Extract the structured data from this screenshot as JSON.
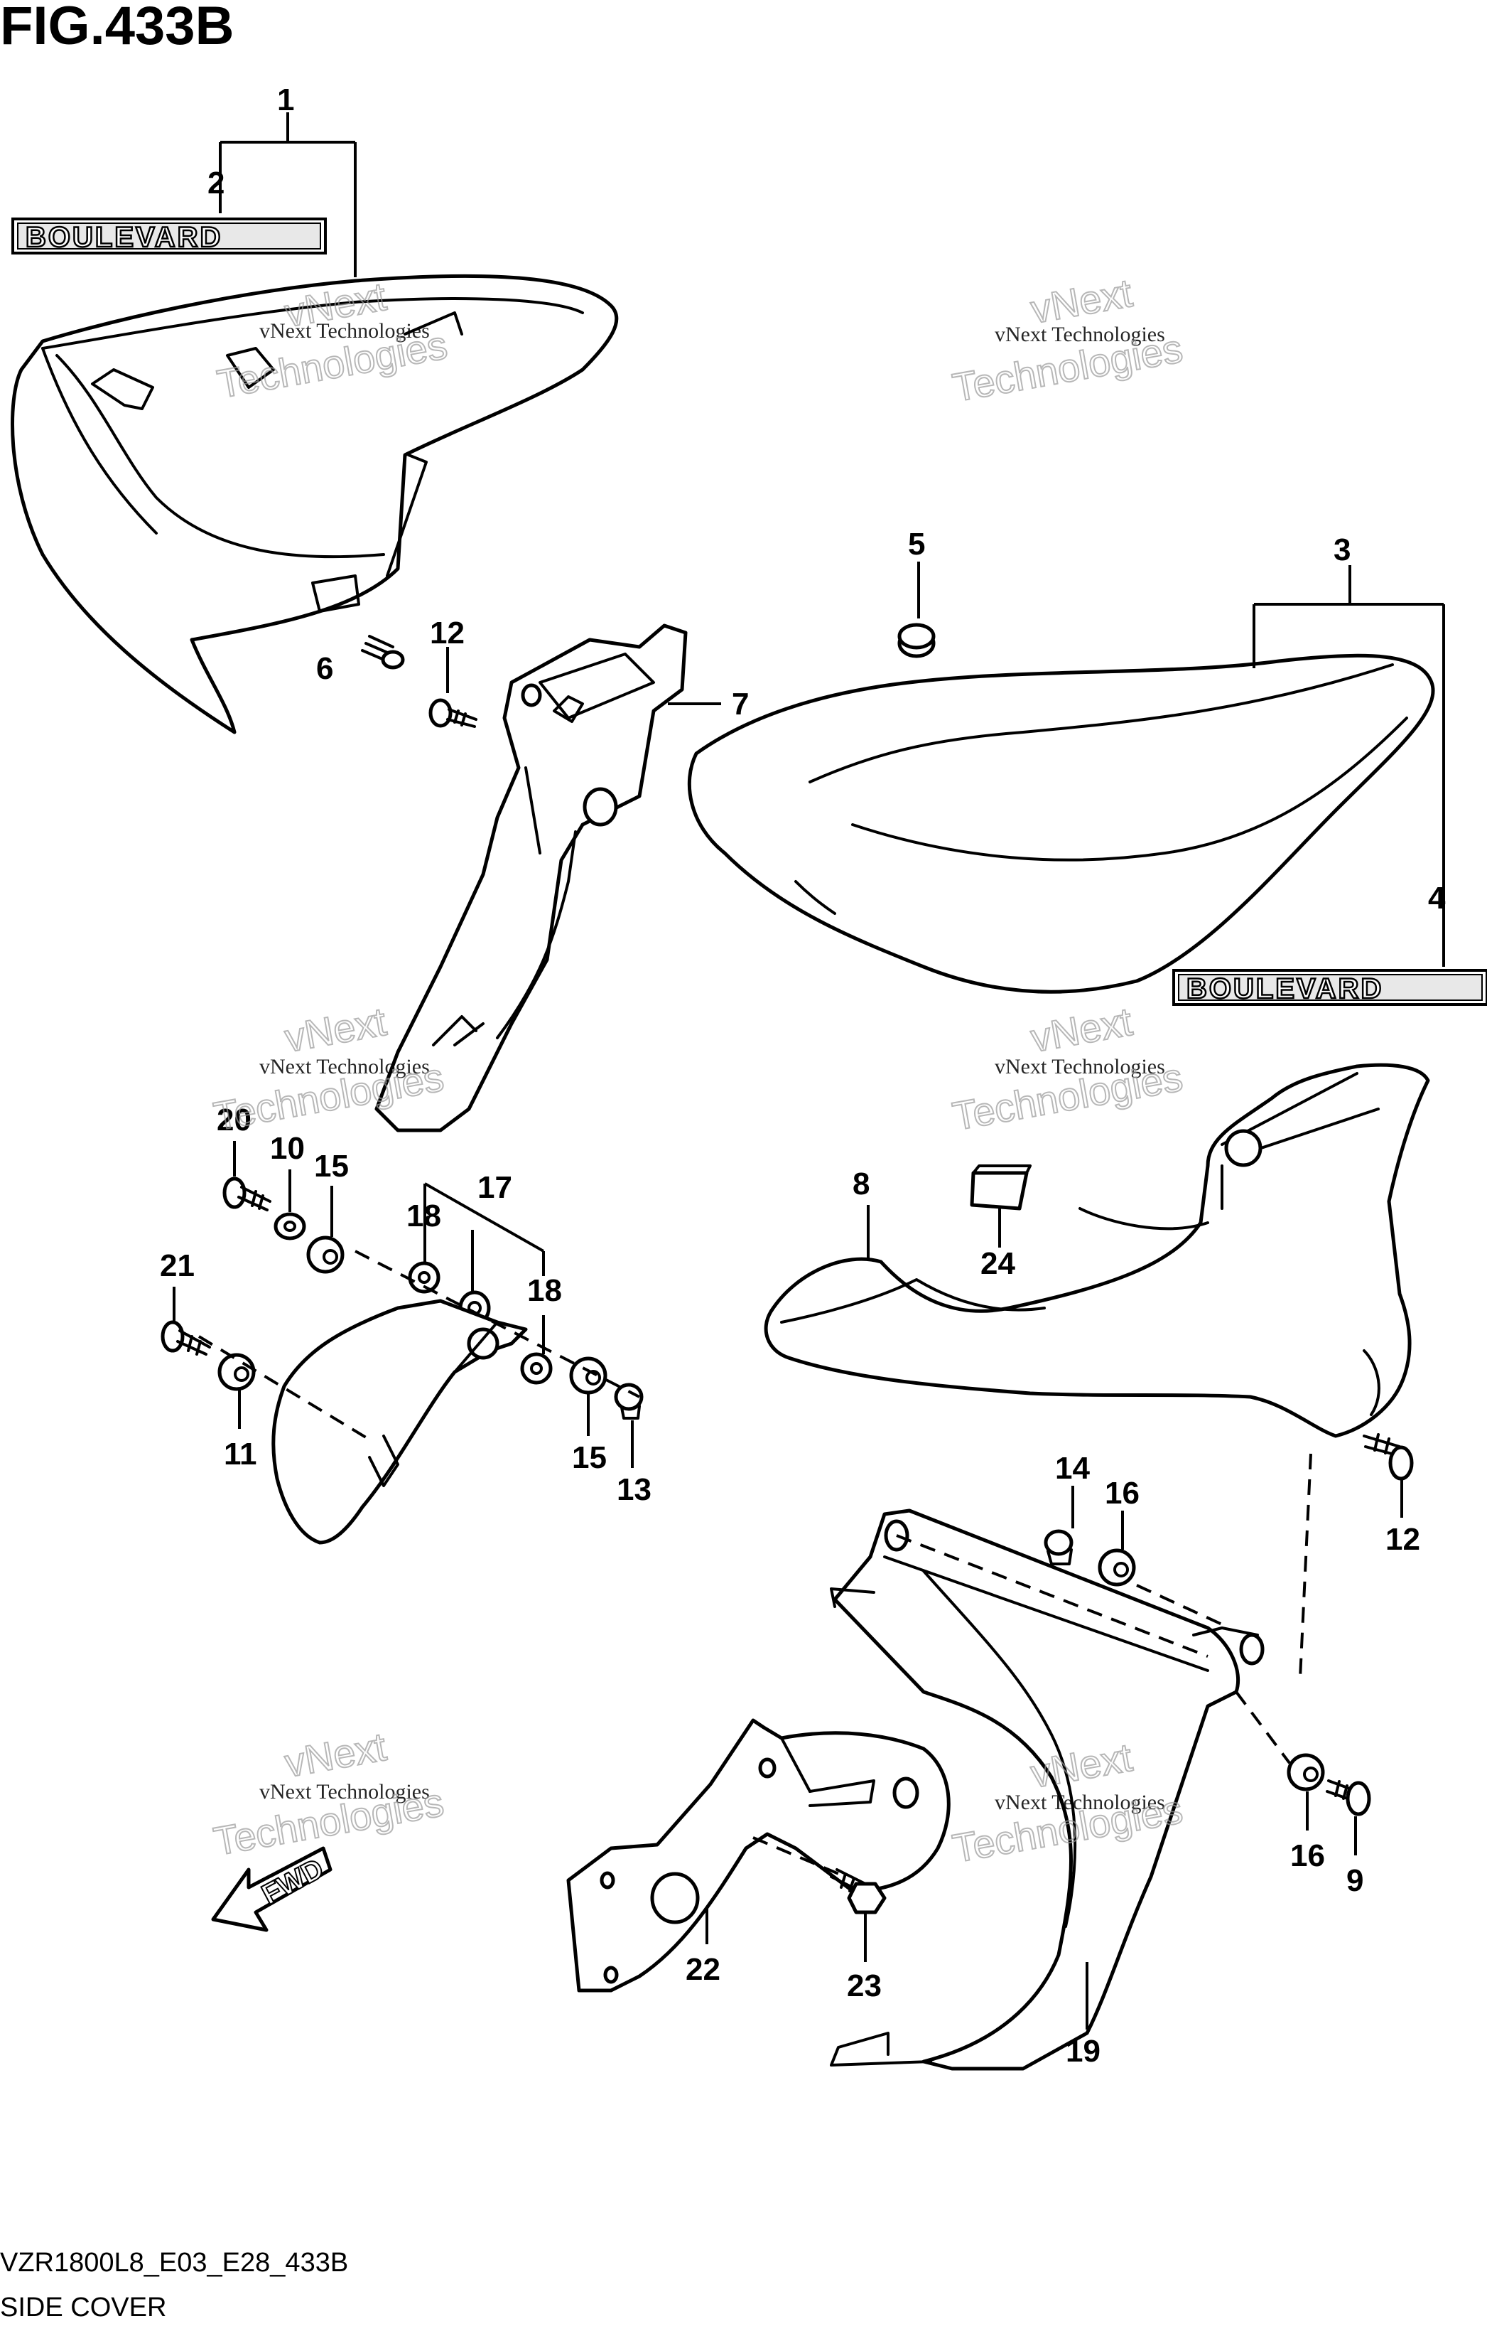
{
  "header": {
    "title": "FIG.433B"
  },
  "footer": {
    "model_code": "VZR1800L8_E03_E28_433B",
    "section_name": "SIDE COVER"
  },
  "emblem_text": "BOULEVARD",
  "direction_label": "FWD",
  "watermark": {
    "line1": "vNext Technologies",
    "line2": "vNext",
    "line3": "Technologies"
  },
  "callouts": {
    "c1": "1",
    "c2": "2",
    "c3": "3",
    "c4": "4",
    "c5": "5",
    "c6": "6",
    "c7": "7",
    "c8": "8",
    "c9": "9",
    "c10": "10",
    "c11": "11",
    "c12a": "12",
    "c12b": "12",
    "c13": "13",
    "c14": "14",
    "c15a": "15",
    "c15b": "15",
    "c16a": "16",
    "c16b": "16",
    "c17": "17",
    "c18a": "18",
    "c18b": "18",
    "c19": "19",
    "c20": "20",
    "c21": "21",
    "c22": "22",
    "c23": "23",
    "c24": "24"
  }
}
